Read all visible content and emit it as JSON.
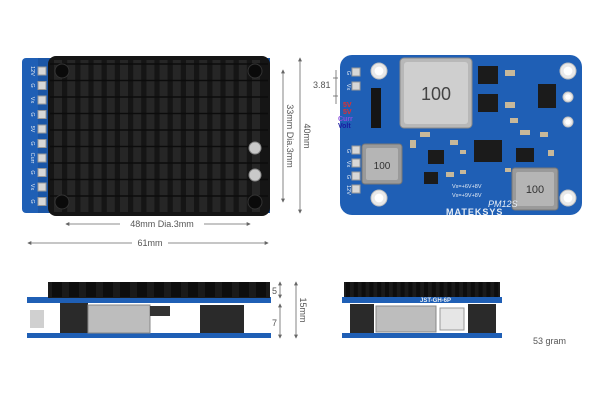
{
  "dimensions": {
    "width_heatsink": "48mm Dia.3mm",
    "width_total": "61mm",
    "height_holes": "33mm Dia.3mm",
    "height_total": "40mm",
    "edge_offset": "3.81",
    "side_top": "5",
    "side_bottom": "7",
    "side_total": "15mm"
  },
  "left_board_pads": [
    "12V",
    "G",
    "Vx",
    "G",
    "5V",
    "G",
    "Curr",
    "G",
    "Vx",
    "G"
  ],
  "right_board": {
    "inductor_large": "100",
    "inductor_small": "100",
    "inductor_bottom": "100",
    "label_5v_a": "5V",
    "label_5v_b": "5V",
    "label_curr": "Curr",
    "label_volt": "Volt",
    "model": "PM12S",
    "brand": "MATEKSYS",
    "pads_left": [
      "G",
      "Vx",
      "G",
      "Vx",
      "G",
      "12V"
    ],
    "vx_notes": [
      "Vx=+6V+8V",
      "Vx=+9V+8V"
    ]
  },
  "connector_label": "JST-GH-6P",
  "weight": "53 gram",
  "colors": {
    "pcb": "#1f5fb5",
    "heatsink": "#1e1e1e",
    "dim": "#666666"
  }
}
